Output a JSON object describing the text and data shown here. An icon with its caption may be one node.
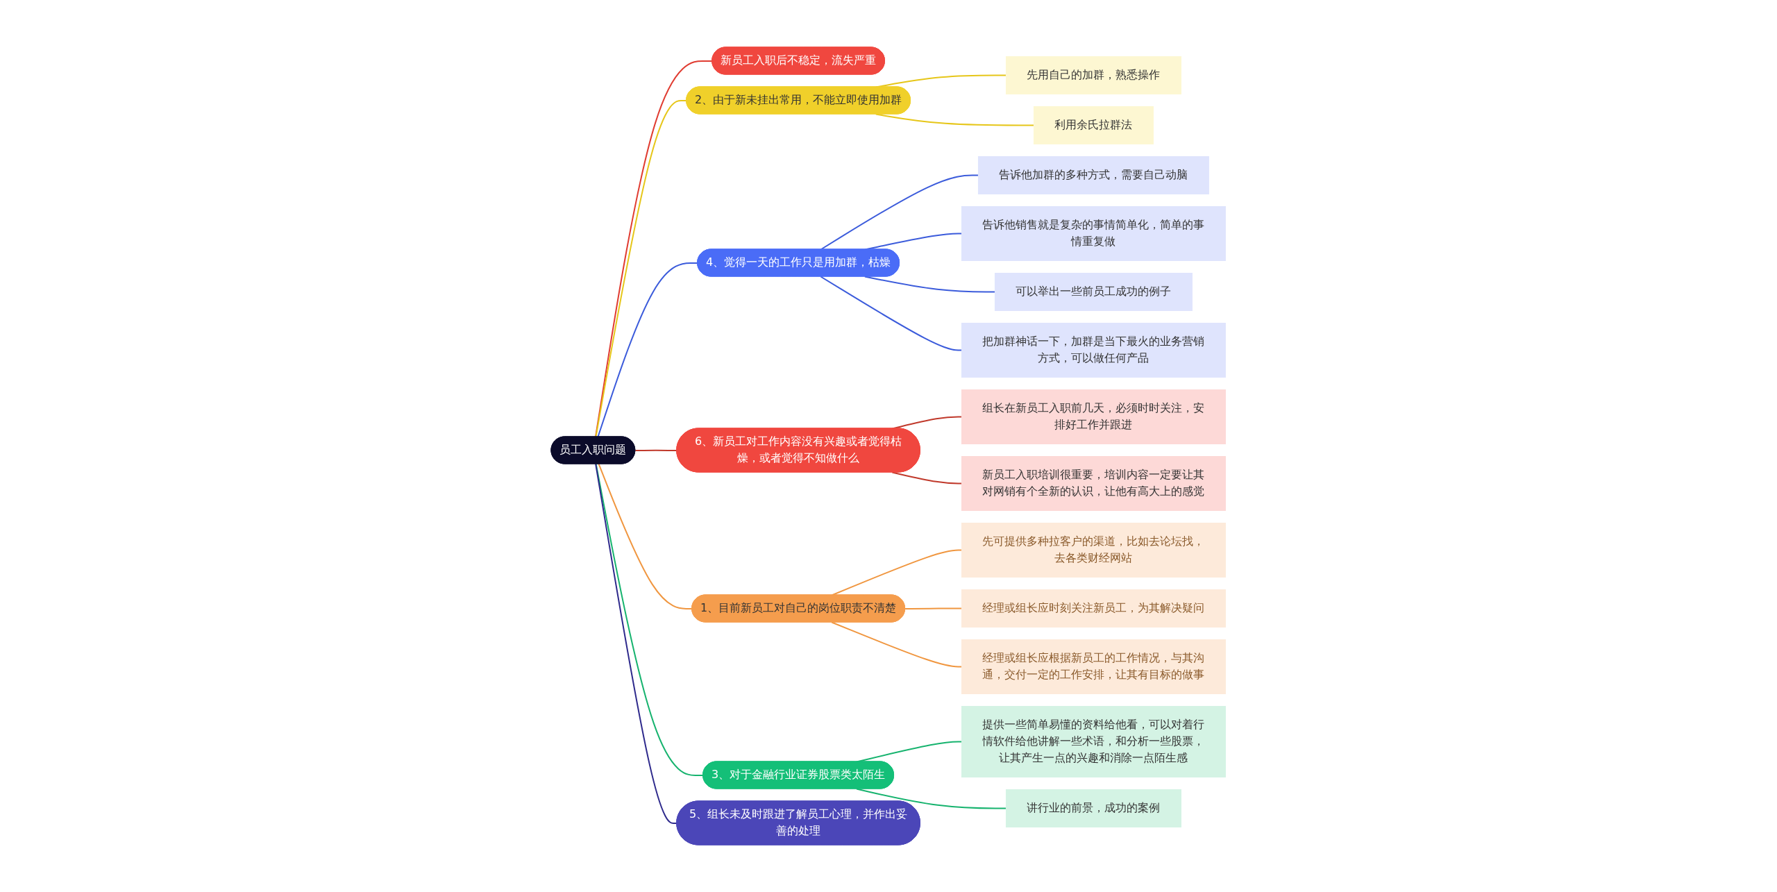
{
  "diagram": {
    "nodes": [
      {
        "text": [
          "员工入职问题"
        ]
      },
      {
        "text": [
          "新员工入职后不稳定，流失严重"
        ]
      },
      {
        "text": [
          "2、由于新未挂出常用，不能立即使用加群"
        ]
      },
      {
        "text": [
          "先用自己的加群，熟悉操作"
        ]
      },
      {
        "text": [
          "利用余氏拉群法"
        ]
      },
      {
        "text": [
          "4、觉得一天的工作只是用加群，枯燥"
        ]
      },
      {
        "text": [
          "告诉他加群的多种方式，需要自己动脑"
        ]
      },
      {
        "text": [
          "告诉他销售就是复杂的事情简单化，简单的事情重复做"
        ]
      },
      {
        "text": [
          "可以举出一些前员工成功的例子"
        ]
      },
      {
        "text": [
          "把加群神话一下，加群是当下最火的业务营销方式，可以做任何产品"
        ]
      },
      {
        "text": [
          "6、新员工对工作内容没有兴趣或者觉得枯燥，或者觉得不知做什么"
        ]
      },
      {
        "text": [
          "组长在新员工入职前几天，必须时时关注，安排好工作并跟进"
        ]
      },
      {
        "text": [
          "新员工入职培训很重要，培训内容一定要让其对网销有个全新的认识，让他有高大上的感觉"
        ]
      },
      {
        "text": [
          "1、目前新员工对自己的岗位职责不清楚"
        ]
      },
      {
        "text": [
          "先可提供多种拉客户的渠道，比如去论坛找，去各类财经网站"
        ]
      },
      {
        "text": [
          "经理或组长应时刻关注新员工，为其解决疑问"
        ]
      },
      {
        "text": [
          "经理或组长应根据新员工的工作情况，与其沟通，交付一定的工作安排，让其有目标的做事"
        ]
      },
      {
        "text": [
          "3、对于金融行业证券股票类太陌生"
        ]
      },
      {
        "text": [
          "提供一些简单易懂的资料给他看，可以对着行情软件给他讲解一些术语，和分析一些股票，让其产生一点的兴趣和消除一点陌生感"
        ]
      },
      {
        "text": [
          "讲行业的前景，成功的案例"
        ]
      },
      {
        "text": [
          "5、组长未及时跟进了解员工心理，并作出妥善的处理"
        ]
      }
    ],
    "edges": [
      {
        "from": 0,
        "to": 1,
        "arrow": "none",
        "color": "#e03c31"
      },
      {
        "from": 0,
        "to": 2,
        "arrow": "none",
        "color": "#e6c619"
      },
      {
        "from": 2,
        "to": 3,
        "arrow": "none",
        "color": "#e6c619"
      },
      {
        "from": 2,
        "to": 4,
        "arrow": "none",
        "color": "#e6c619"
      },
      {
        "from": 0,
        "to": 5,
        "arrow": "none",
        "color": "#3b5bdb"
      },
      {
        "from": 5,
        "to": 6,
        "arrow": "none",
        "color": "#3b5bdb"
      },
      {
        "from": 5,
        "to": 7,
        "arrow": "none",
        "color": "#3b5bdb"
      },
      {
        "from": 5,
        "to": 8,
        "arrow": "none",
        "color": "#3b5bdb"
      },
      {
        "from": 5,
        "to": 9,
        "arrow": "none",
        "color": "#3b5bdb"
      },
      {
        "from": 0,
        "to": 10,
        "arrow": "none",
        "color": "#c0392b"
      },
      {
        "from": 10,
        "to": 11,
        "arrow": "none",
        "color": "#c0392b"
      },
      {
        "from": 10,
        "to": 12,
        "arrow": "none",
        "color": "#c0392b"
      },
      {
        "from": 0,
        "to": 13,
        "arrow": "none",
        "color": "#f0963f"
      },
      {
        "from": 13,
        "to": 14,
        "arrow": "none",
        "color": "#f0963f"
      },
      {
        "from": 13,
        "to": 15,
        "arrow": "none",
        "color": "#f0963f"
      },
      {
        "from": 13,
        "to": 16,
        "arrow": "none",
        "color": "#f0963f"
      },
      {
        "from": 0,
        "to": 17,
        "arrow": "none",
        "color": "#16b36e"
      },
      {
        "from": 17,
        "to": 18,
        "arrow": "none",
        "color": "#16b36e"
      },
      {
        "from": 17,
        "to": 19,
        "arrow": "none",
        "color": "#16b36e"
      },
      {
        "from": 0,
        "to": 20,
        "arrow": "none",
        "color": "#2e2a8c"
      }
    ]
  }
}
